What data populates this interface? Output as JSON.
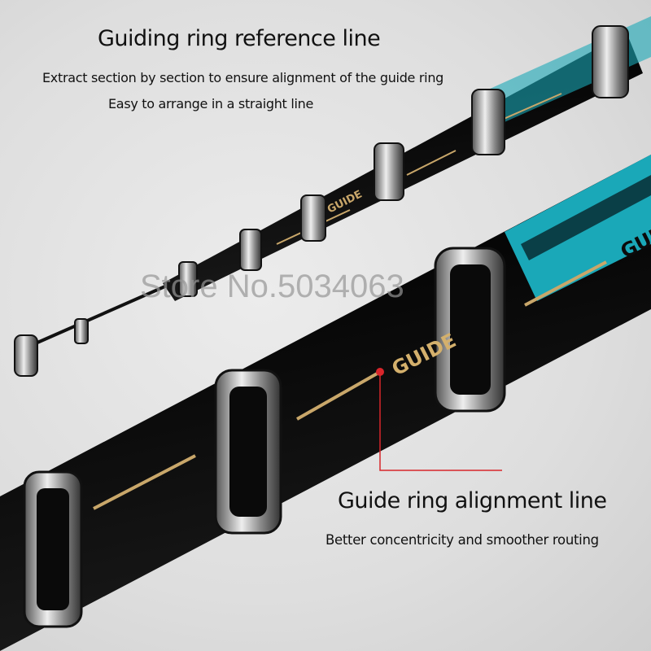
{
  "top_callout": {
    "title": "Guiding ring reference line",
    "line1": "Extract section by section to ensure alignment of the guide ring",
    "line2": "Easy to arrange in a straight line"
  },
  "bottom_callout": {
    "title": "Guide ring alignment line",
    "line1": "Better concentricity and smoother routing"
  },
  "rod_print": "GUIDE",
  "watermark": "Store No.5034063",
  "colors": {
    "rod": "#0b0b0b",
    "accent_line": "#c9a76a",
    "cyan": "#1aa8b8",
    "pointer": "#d8262b"
  }
}
